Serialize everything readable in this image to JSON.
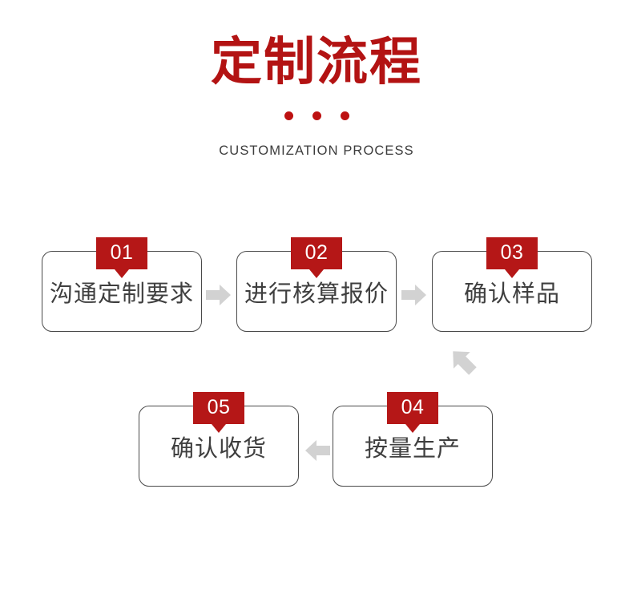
{
  "header": {
    "title": "定制流程",
    "subtitle": "CUSTOMIZATION PROCESS",
    "dots_count": 3,
    "title_color": "#b31313",
    "dot_color": "#bd1111",
    "subtitle_color": "#3c3c3c"
  },
  "flow": {
    "badge_color": "#b51717",
    "box_border_color": "#4a4a4a",
    "box_text_color": "#3f3f3f",
    "arrow_color": "#d2d2d2",
    "steps": [
      {
        "number": "01",
        "label": "沟通定制要求"
      },
      {
        "number": "02",
        "label": "进行核算报价"
      },
      {
        "number": "03",
        "label": "确认样品"
      },
      {
        "number": "04",
        "label": "按量生产"
      },
      {
        "number": "05",
        "label": "确认收货"
      }
    ],
    "connectors": [
      {
        "name": "arrow-step1-to-step2",
        "direction": "right"
      },
      {
        "name": "arrow-step2-to-step3",
        "direction": "right"
      },
      {
        "name": "arrow-step3-to-step4",
        "direction": "down-left"
      },
      {
        "name": "arrow-step4-to-step5",
        "direction": "left"
      }
    ]
  }
}
